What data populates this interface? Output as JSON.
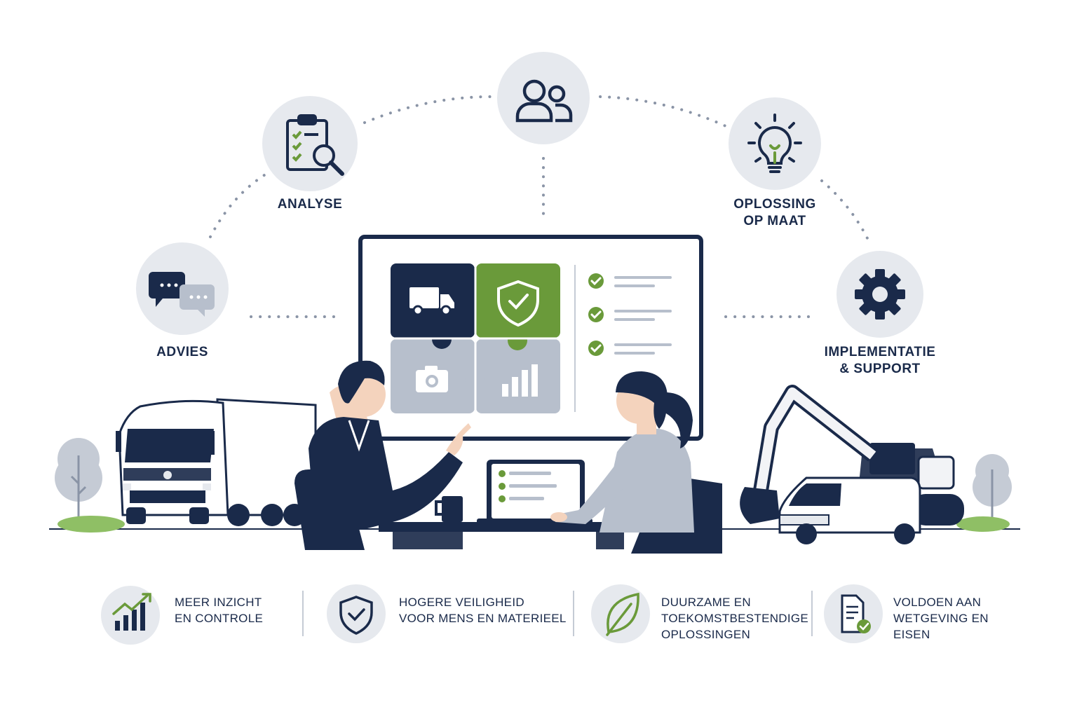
{
  "colors": {
    "navy": "#1a2a4a",
    "green": "#6a9a3a",
    "circle_bg": "#e6e9ee",
    "grey": "#b7bfcc",
    "dots": "#8a94a6"
  },
  "steps": [
    {
      "id": "advies",
      "label": "ADVIES",
      "icon": "chat-bubbles-icon"
    },
    {
      "id": "analyse",
      "label": "ANALYSE",
      "icon": "clipboard-search-icon"
    },
    {
      "id": "team",
      "label": "",
      "icon": "people-icon"
    },
    {
      "id": "oplossing",
      "label": "OPLOSSING\nOP MAAT",
      "icon": "lightbulb-icon"
    },
    {
      "id": "implementatie",
      "label": "IMPLEMENTATIE\n& SUPPORT",
      "icon": "gear-icon"
    }
  ],
  "benefits": [
    {
      "text": "MEER INZICHT\nEN CONTROLE",
      "icon": "growth-chart-icon"
    },
    {
      "text": "HOGERE VEILIGHEID\nVOOR MENS EN MATERIEEL",
      "icon": "shield-check-icon"
    },
    {
      "text": "DUURZAME EN\nTOEKOMSTBESTENDIGE\nOPLOSSINGEN",
      "icon": "leaf-icon"
    },
    {
      "text": "VOLDOEN AAN\nWETGEVING EN\nEISEN",
      "icon": "document-check-icon"
    }
  ],
  "screen": {
    "puzzle_icons": [
      "truck-icon",
      "shield-check-icon",
      "camera-icon",
      "bar-chart-icon"
    ],
    "checklist_items": 3
  }
}
